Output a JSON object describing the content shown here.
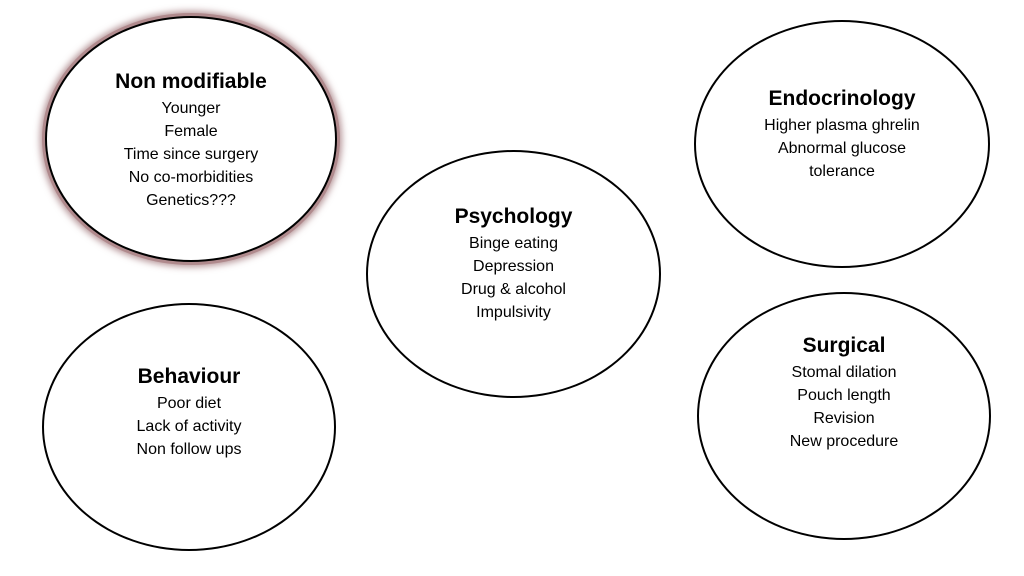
{
  "nodes": {
    "non_modifiable": {
      "title": "Non modifiable",
      "items": [
        "Younger",
        "Female",
        "Time since surgery",
        "No co-morbidities",
        "Genetics???"
      ]
    },
    "psychology": {
      "title": "Psychology",
      "items": [
        "Binge eating",
        "Depression",
        "Drug & alcohol",
        "Impulsivity"
      ]
    },
    "endocrinology": {
      "title": "Endocrinology",
      "items": [
        "Higher plasma ghrelin",
        "Abnormal glucose",
        "tolerance"
      ]
    },
    "behaviour": {
      "title": "Behaviour",
      "items": [
        "Poor diet",
        "Lack of activity",
        "Non follow ups"
      ]
    },
    "surgical": {
      "title": "Surgical",
      "items": [
        "Stomal dilation",
        "Pouch length",
        "Revision",
        "New procedure"
      ]
    }
  }
}
